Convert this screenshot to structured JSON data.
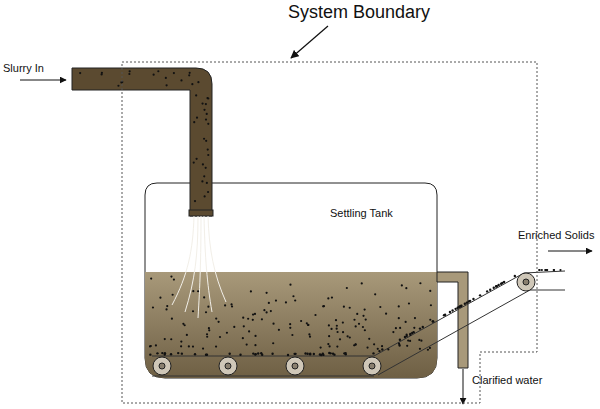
{
  "diagram": {
    "nodes": [
      {
        "text": [
          "System Boundary"
        ]
      },
      {
        "text": [
          "Settling Tank"
        ],
        "in": 0
      }
    ],
    "labels": [
      "Slurry In",
      "Enriched Solids",
      "Clarified water"
    ]
  }
}
